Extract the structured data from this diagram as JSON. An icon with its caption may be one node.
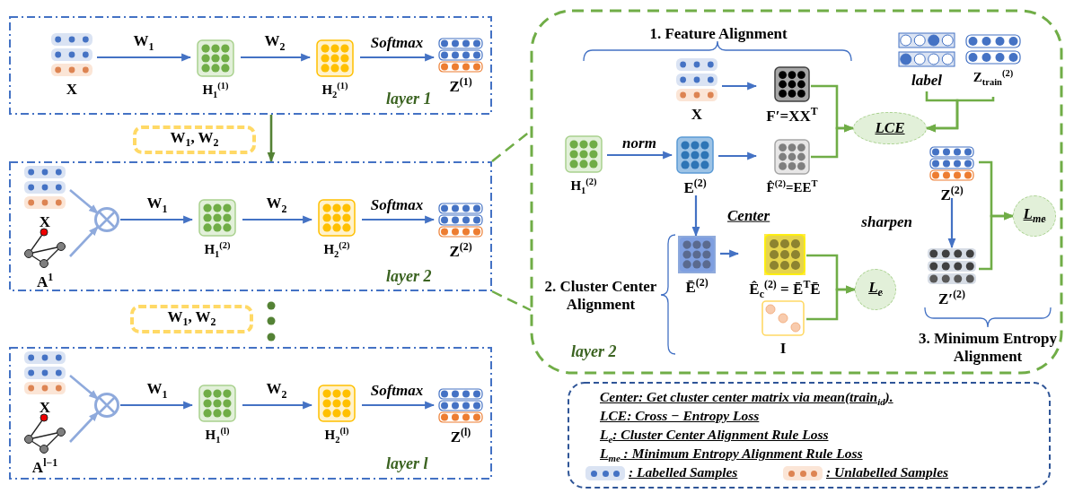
{
  "diagram": {
    "nodes": [
      {
        "text": [
          "layer 1"
        ]
      },
      {
        "text": [
          "X"
        ],
        "in": 0
      },
      {
        "text": [
          "H$_{1}$$^{(1)}$"
        ],
        "in": 0
      },
      {
        "text": [
          "H$_{2}$$^{(1)}$"
        ],
        "in": 0
      },
      {
        "text": [
          "Z$^{(1)}$"
        ],
        "in": 0
      },
      {
        "text": [
          "W$_{1}$, W$_{2}$"
        ]
      },
      {
        "text": [
          "layer 2"
        ]
      },
      {
        "text": [
          "X"
        ],
        "in": 6
      },
      {
        "text": [
          "A$^{1}$"
        ],
        "in": 6
      },
      {
        "text": [],
        "shape": "circle",
        "in": 6
      },
      {
        "text": [
          "H$_{1}$$^{(2)}$"
        ],
        "in": 6
      },
      {
        "text": [
          "H$_{2}$$^{(2)}$"
        ],
        "in": 6
      },
      {
        "text": [
          "Z$^{(2)}$"
        ],
        "in": 6
      },
      {
        "text": [
          "W$_{1}$, W$_{2}$"
        ]
      },
      {
        "text": [
          "layer l"
        ]
      },
      {
        "text": [
          "X"
        ],
        "in": 14
      },
      {
        "text": [
          "A$^{l−1}$"
        ],
        "in": 14
      },
      {
        "text": [],
        "shape": "circle",
        "in": 14
      },
      {
        "text": [
          "H$_{1}$$^{(l)}$"
        ],
        "in": 14
      },
      {
        "text": [
          "H$_{2}$$^{(l)}$"
        ],
        "in": 14
      },
      {
        "text": [
          "Z$^{(l)}$"
        ],
        "in": 14
      },
      {
        "text": [
          "layer 2"
        ]
      },
      {
        "text": [
          "X"
        ],
        "in": 21
      },
      {
        "text": [
          "F′=XX$^{T}$"
        ],
        "in": 21
      },
      {
        "text": [
          "H$_{1}$$^{(2)}$"
        ],
        "in": 21
      },
      {
        "text": [
          "E$^{(2)}$"
        ],
        "in": 21
      },
      {
        "text": [
          "F̂$^{(2)}$=EE$^{T}$"
        ],
        "in": 21
      },
      {
        "text": [
          "LCE"
        ],
        "in": 21
      },
      {
        "text": [
          "label"
        ],
        "in": 21
      },
      {
        "text": [
          "Z$_{train}$$^{(2)}$"
        ],
        "in": 21
      },
      {
        "text": [
          "Z$^{(2)}$"
        ],
        "in": 21
      },
      {
        "text": [
          "L$_{me}$"
        ],
        "in": 21
      },
      {
        "text": [
          "Ē$^{(2)}$"
        ],
        "in": 21
      },
      {
        "text": [
          "Ê$_{c}$$^{(2)}$ = Ē$^{T}$Ē"
        ],
        "in": 21
      },
      {
        "text": [
          "I"
        ],
        "in": 21
      },
      {
        "text": [
          "L$_{e}$"
        ],
        "in": 21
      },
      {
        "text": [
          "Z′$^{(2)}$"
        ],
        "in": 21
      }
    ],
    "edges": [
      {
        "from": 1,
        "to": 2,
        "arrow": "to",
        "label": "W$_{1}$"
      },
      {
        "from": 2,
        "to": 3,
        "arrow": "to",
        "label": "W$_{2}$"
      },
      {
        "from": 3,
        "to": 4,
        "arrow": "to",
        "label": "Softmax"
      },
      {
        "from": 0,
        "to": 6,
        "arrow": "to",
        "color": "#548235"
      },
      {
        "from": 7,
        "to": 9,
        "arrow": "to",
        "color": "#8faadc"
      },
      {
        "from": 8,
        "to": 9,
        "arrow": "to",
        "color": "#8faadc"
      },
      {
        "from": 9,
        "to": 10,
        "arrow": "to",
        "label": "W$_{1}$"
      },
      {
        "from": 10,
        "to": 11,
        "arrow": "to",
        "label": "W$_{2}$"
      },
      {
        "from": 11,
        "to": 12,
        "arrow": "to",
        "label": "Softmax"
      },
      {
        "from": 15,
        "to": 17,
        "arrow": "to",
        "color": "#8faadc"
      },
      {
        "from": 16,
        "to": 17,
        "arrow": "to",
        "color": "#8faadc"
      },
      {
        "from": 17,
        "to": 18,
        "arrow": "to",
        "label": "W$_{1}$"
      },
      {
        "from": 18,
        "to": 19,
        "arrow": "to",
        "label": "W$_{2}$"
      },
      {
        "from": 19,
        "to": 20,
        "arrow": "to",
        "label": "Softmax"
      },
      {
        "from": 6,
        "to": 21,
        "arrow": "none",
        "style": "dashed",
        "color": "#70ad47"
      },
      {
        "from": 6,
        "to": 21,
        "arrow": "none",
        "style": "dashed",
        "color": "#70ad47"
      },
      {
        "from": 22,
        "to": 23,
        "arrow": "to"
      },
      {
        "from": 24,
        "to": 25,
        "arrow": "to",
        "label": "norm"
      },
      {
        "from": 25,
        "to": 26,
        "arrow": "to"
      },
      {
        "from": 23,
        "to": 27,
        "arrow": "to",
        "color": "#70ad47"
      },
      {
        "from": 26,
        "to": 27,
        "arrow": "to",
        "color": "#70ad47"
      },
      {
        "from": 28,
        "to": 27,
        "arrow": "to",
        "color": "#70ad47"
      },
      {
        "from": 29,
        "to": 27,
        "arrow": "to",
        "color": "#70ad47"
      },
      {
        "from": 25,
        "to": 32,
        "arrow": "to",
        "label": "Center"
      },
      {
        "from": 32,
        "to": 33,
        "arrow": "to"
      },
      {
        "from": 33,
        "to": 35,
        "arrow": "to",
        "color": "#70ad47"
      },
      {
        "from": 34,
        "to": 35,
        "arrow": "to",
        "color": "#70ad47"
      },
      {
        "from": 30,
        "to": 36,
        "arrow": "to",
        "label": "sharpen"
      },
      {
        "from": 30,
        "to": 31,
        "arrow": "to",
        "color": "#70ad47"
      },
      {
        "from": 36,
        "to": 31,
        "arrow": "to",
        "color": "#70ad47"
      }
    ],
    "labels": [
      "1. Feature Alignment",
      "2. Cluster Center Alignment",
      "3. Minimum Entropy Alignment",
      "Center: Get cluster center matrix via mean(train$_{id}$).",
      "LCE: Cross − Entropy Loss",
      "L$_{e}$: Cluster Center Alignment Rule Loss",
      "L$_{me}$ : Minimum Entropy Alignment Rule Loss"
    ],
    "legend": [
      {
        "text": ": Labelled Samples",
        "color": "#dae3f3"
      },
      {
        "text": ": Unlabelled Samples",
        "color": "#fbe5d6"
      }
    ]
  }
}
